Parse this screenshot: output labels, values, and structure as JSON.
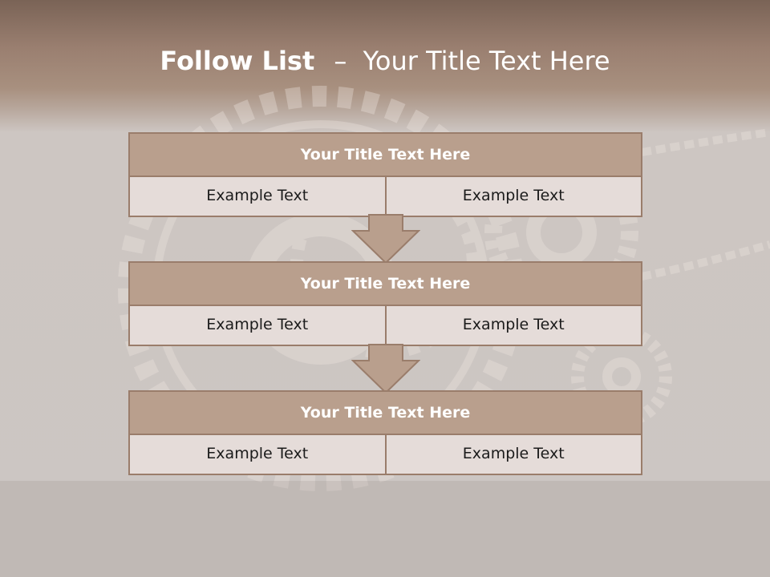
{
  "slide": {
    "title_bold": "Follow List",
    "title_separator": "–",
    "title_rest": "Your Title Text Here"
  },
  "blocks": [
    {
      "title": "Your Title Text Here",
      "left_text": "Example Text",
      "right_text": "Example Text"
    },
    {
      "title": "Your Title Text Here",
      "left_text": "Example Text",
      "right_text": "Example Text"
    },
    {
      "title": "Your Title Text Here",
      "left_text": "Example Text",
      "right_text": "Example Text"
    }
  ],
  "colors": {
    "header_band": "#8c7263",
    "block_title_fill": "#b99f8d",
    "block_cell_fill": "#e5dcd9",
    "border": "#9a7d6b",
    "arrow_fill": "#b99f8d"
  }
}
